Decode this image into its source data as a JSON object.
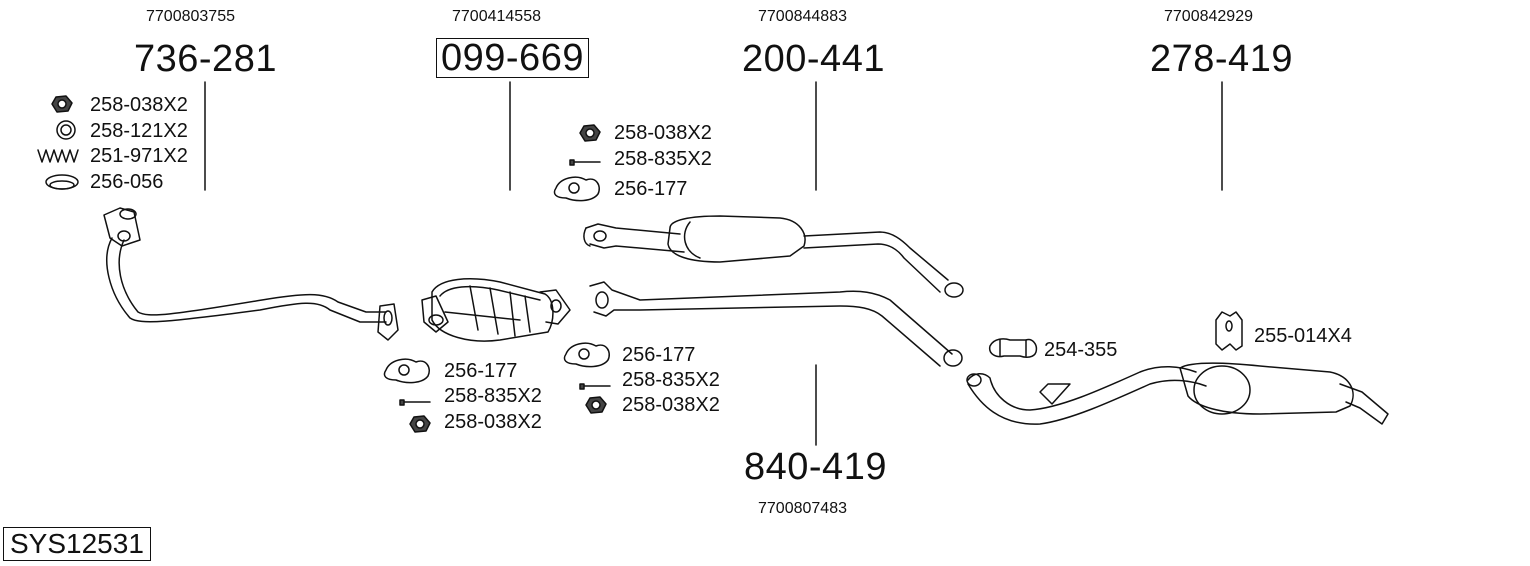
{
  "system_code": "SYS12531",
  "parts": {
    "p1": {
      "oe": "7700803755",
      "number": "736-281"
    },
    "p2": {
      "oe": "7700414558",
      "number": "099-669"
    },
    "p3": {
      "oe": "7700844883",
      "number": "200-441"
    },
    "p4": {
      "oe": "7700842929",
      "number": "278-419"
    },
    "p5": {
      "oe": "7700807483",
      "number": "840-419"
    }
  },
  "fittings": {
    "g1": [
      "258-038X2",
      "258-121X2",
      "251-971X2",
      "256-056"
    ],
    "g2": [
      "258-038X2",
      "258-835X2",
      "256-177"
    ],
    "g3": [
      "256-177",
      "258-835X2",
      "258-038X2"
    ],
    "g4": [
      "256-177",
      "258-835X2",
      "258-038X2"
    ],
    "clamp": "254-355",
    "hanger": "255-014X4"
  },
  "icons": {
    "g1": [
      "hex-nut-icon",
      "ring-gasket-icon",
      "spring-icon",
      "seal-ring-icon"
    ],
    "g2": [
      "hex-nut-icon",
      "bolt-icon",
      "flange-gasket-icon"
    ],
    "g3": [
      "flange-gasket-icon",
      "bolt-icon",
      "hex-nut-icon"
    ],
    "g4": [
      "flange-gasket-icon",
      "bolt-icon",
      "hex-nut-icon"
    ],
    "clamp": "clamp-icon",
    "hanger": "rubber-hanger-icon"
  },
  "colors": {
    "line": "#111111",
    "background": "#ffffff",
    "nut_fill": "#444444"
  }
}
